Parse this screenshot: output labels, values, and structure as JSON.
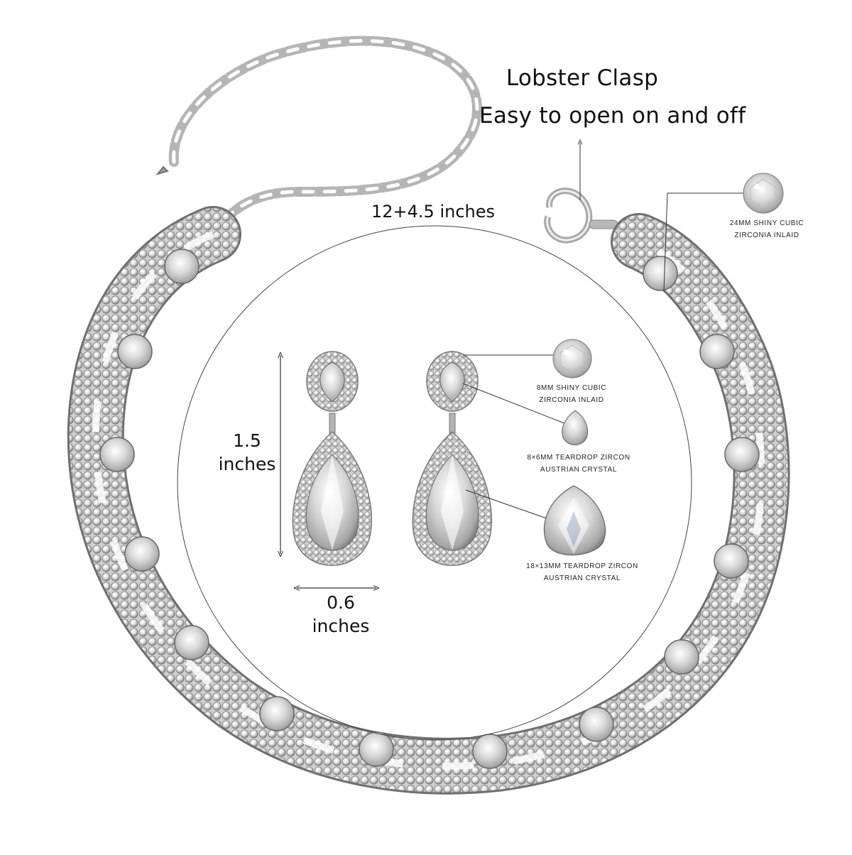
{
  "clasp": {
    "title": "Lobster Clasp",
    "subtitle": "Easy to open on and off"
  },
  "necklace": {
    "length": "12+4.5 inches",
    "stone_line1": "24MM  SHINY  CUBIC",
    "stone_line2": "ZIRCONIA  INLAID"
  },
  "earring": {
    "height_value": "1.5",
    "height_unit": "inches",
    "width_value": "0.6",
    "width_unit": "inches",
    "stones": [
      {
        "line1": "8MM  SHINY  CUBIC",
        "line2": "ZIRCONIA  INLAID"
      },
      {
        "line1": "8×6MM  TEARDROP  ZIRCON",
        "line2": "AUSTRIAN  CRYSTAL"
      },
      {
        "line1": "18×13MM  TEARDROP  ZIRCON",
        "line2": "AUSTRIAN  CRYSTAL"
      }
    ]
  },
  "colors": {
    "silver": "#c9c9c9",
    "silver_dark": "#8a8a8a",
    "line": "#333333",
    "background": "#ffffff"
  },
  "icons": [
    "necklace-choker-image",
    "extender-chain-image",
    "lobster-clasp-image",
    "earring-image",
    "round-zircon-icon",
    "teardrop-zircon-icon",
    "large-teardrop-crystal-icon"
  ]
}
